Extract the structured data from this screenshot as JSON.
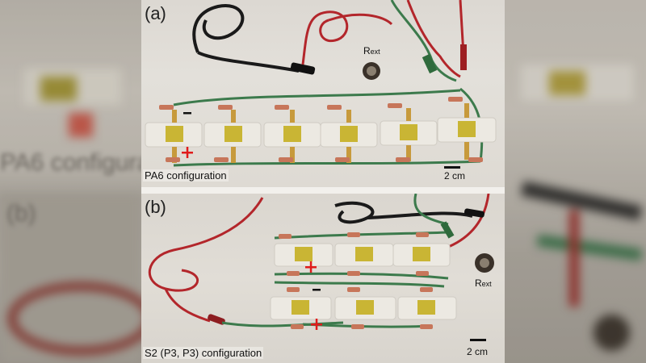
{
  "panel_a": {
    "label": "(a)",
    "caption": "PA6 configuration",
    "scale": "2 cm",
    "resistor_main": "R",
    "resistor_sub": "ext"
  },
  "panel_b": {
    "label": "(b)",
    "caption": "S2 (P3, P3) configuration",
    "scale": "2 cm",
    "resistor_main": "R",
    "resistor_sub": "ext"
  },
  "blurred_left": {
    "label_b": "(b)",
    "caption_fragment": "PA6 configuration"
  },
  "colors": {
    "wire_green": "#3c7a4c",
    "wire_red": "#b3262b",
    "wire_black": "#1a1a1a",
    "device_yellow": "#c9b534",
    "plus_red": "#e01b1b"
  }
}
